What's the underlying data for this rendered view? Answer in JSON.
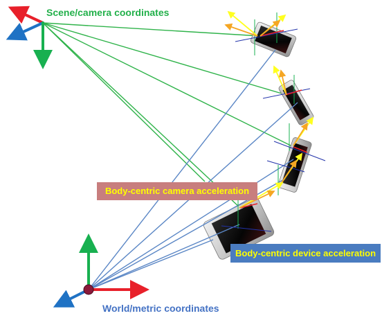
{
  "labels": {
    "scene": "Scene/camera coordinates",
    "world": "World/metric coordinates",
    "camera_accel": "Body-centric camera acceleration",
    "device_accel": "Body-centric device acceleration"
  },
  "colors": {
    "scene_text": "#22b04a",
    "world_text": "#4472c4",
    "camera_accel_bg": "#c87e7e",
    "camera_accel_text": "#ffff00",
    "device_accel_bg": "#4a7cc0",
    "device_accel_text": "#ffff00",
    "axis_red": "#e8202a",
    "axis_green": "#18b050",
    "axis_blue": "#1f72c4",
    "ray_green": "#2fb34a",
    "ray_blue": "#5a86c5",
    "accel_yellow": "#ffff20",
    "accel_orange": "#f5a623",
    "origin_dot": "#8a1a3a"
  }
}
